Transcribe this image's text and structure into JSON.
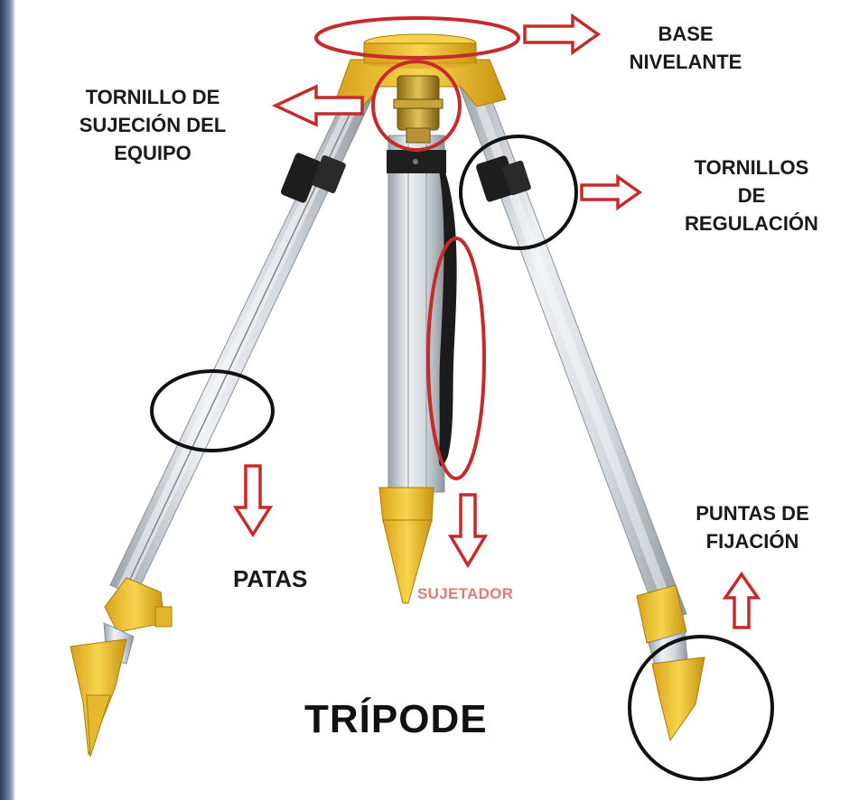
{
  "title": "TRÍPODE",
  "labels": {
    "base_line1": "BASE",
    "base_line2": "NIVELANTE",
    "tornillo_sujecion_line1": "TORNILLO DE",
    "tornillo_sujecion_line2": "SUJECIÓN DEL",
    "tornillo_sujecion_line3": "EQUIPO",
    "tornillos_regulacion_line1": "TORNILLOS",
    "tornillos_regulacion_line2": "DE",
    "tornillos_regulacion_line3": "REGULACIÓN",
    "patas": "PATAS",
    "sujetador": "SUJETADOR",
    "puntas_line1": "PUNTAS DE",
    "puntas_line2": "FIJACIÓN"
  },
  "colors": {
    "annotation_red": "#c62b2b",
    "annotation_black": "#111111",
    "tripod_yellow": "#f1c232",
    "leg_aluminum": "#cfd6dc",
    "sujetador_text": "#e07a7a"
  },
  "icons": {
    "arrow": "outlined-arrow",
    "marker": "ellipse-outline"
  }
}
